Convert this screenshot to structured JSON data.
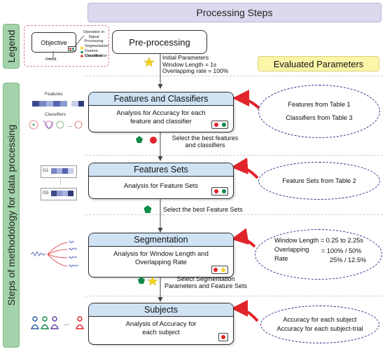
{
  "banner_title": "Processing Steps",
  "legend_tab": "Legend",
  "side_tab": "Steps of methodology for data processing",
  "legend": {
    "objective": "Objective",
    "result": "Result",
    "operation": "Operation in Signal Processing",
    "items": [
      "Segmentation",
      "Feature Extraction",
      "Classification"
    ]
  },
  "preprocessing": {
    "title": "Pre-processing",
    "params_heading": "Initial Parameters",
    "params": [
      "Window Length  = 1s",
      "Overlapping rate = 100%"
    ]
  },
  "evaluated_title": "Evaluated Parameters",
  "steps": [
    {
      "title": "Features and Classifiers",
      "body": "Analysis for Accuracy for each feature and classifier",
      "select": "Select the best features and classifiers",
      "left_labels": [
        "Features",
        "Classifiers"
      ],
      "evaluated": [
        "Features from Table 1",
        "Classifiers from Table 3"
      ]
    },
    {
      "title": "Features Sets",
      "body": "Analysis for Feature Sets",
      "select": "Select the best Feature Sets",
      "left_labels": [
        "G1",
        "G5"
      ],
      "evaluated": [
        "Feature Sets from Table 2"
      ]
    },
    {
      "title": "Segmentation",
      "body": "Analysis for Window Length and Overlapping Rate",
      "select": "Select Segmentation Parameters and Feature Sets",
      "evaluated": [
        "Window Length = 0.25 to 2.25s",
        "Overlapping",
        "Rate",
        "= 100% / 50%",
        "25% / 12.5%"
      ]
    },
    {
      "title": "Subjects",
      "body": "Analysis of Accuracy for each subject",
      "evaluated": [
        "Accuracy for each subject",
        "Accuracy for each subject-trial"
      ]
    }
  ],
  "colors": {
    "red": "#e1242a",
    "green": "#0f8a4a",
    "star": "#f4d21a",
    "box_header": "#cfe3f5",
    "banner": "#dcd8ee",
    "side_tab": "#a3d3ab",
    "eval_banner": "#fbf6a8",
    "ellipse_border": "#2c2f8a"
  }
}
